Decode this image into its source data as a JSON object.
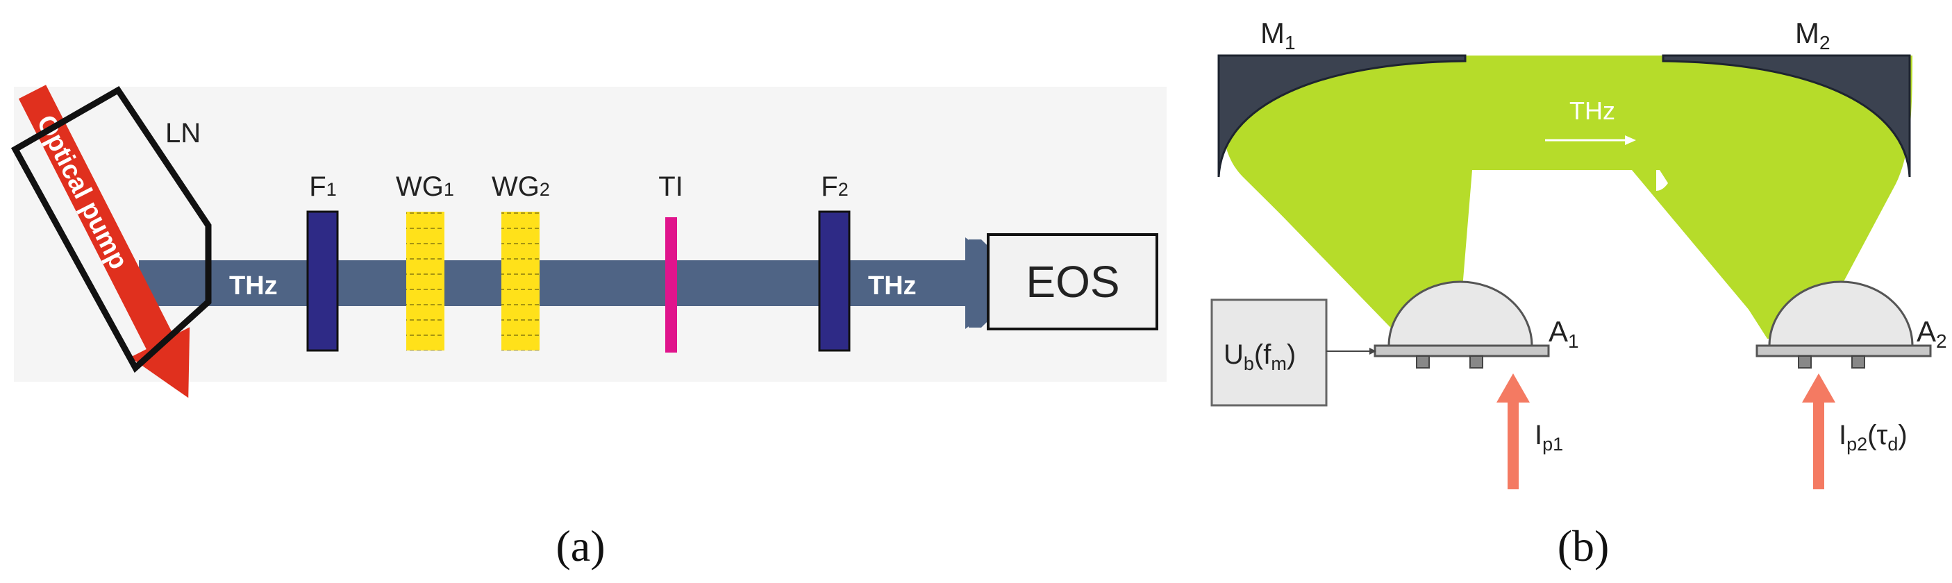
{
  "panel_a": {
    "caption": "(a)",
    "pump_label": "Optical pump",
    "crystal_label": "LN",
    "beam_label_in": "THz",
    "beam_label_out": "THz",
    "detector_label": "EOS",
    "components": [
      {
        "base": "F",
        "sub": "1"
      },
      {
        "base": "WG",
        "sub": "1"
      },
      {
        "base": "WG",
        "sub": "2"
      },
      {
        "base": "TI",
        "sub": ""
      },
      {
        "base": "F",
        "sub": "2"
      }
    ]
  },
  "panel_b": {
    "caption": "(b)",
    "mirror1": {
      "base": "M",
      "sub": "1"
    },
    "mirror2": {
      "base": "M",
      "sub": "2"
    },
    "beam_label": "THz",
    "antenna1": {
      "base": "A",
      "sub": "1"
    },
    "antenna2": {
      "base": "A",
      "sub": "2"
    },
    "bias": {
      "base": "U",
      "sub": "b",
      "paren_base": "f",
      "paren_sub": "m"
    },
    "pump1": {
      "base": "I",
      "sub": "p1"
    },
    "pump2": {
      "base": "I",
      "sub": "p2",
      "paren_base": "τ",
      "paren_sub": "d"
    }
  },
  "colors": {
    "thz_beam": "#4f6485",
    "pump_arrow": "#e0301e",
    "filter": "#2e2a86",
    "waveguide": "#ffe11a",
    "ti_slab": "#e0148c",
    "mirror": "#3b4250",
    "thz_field": "#b6dc2a",
    "antenna_dome": "#e8e8e8",
    "substrate": "#c8c8c8",
    "excitation_arrow": "#f47a62"
  }
}
